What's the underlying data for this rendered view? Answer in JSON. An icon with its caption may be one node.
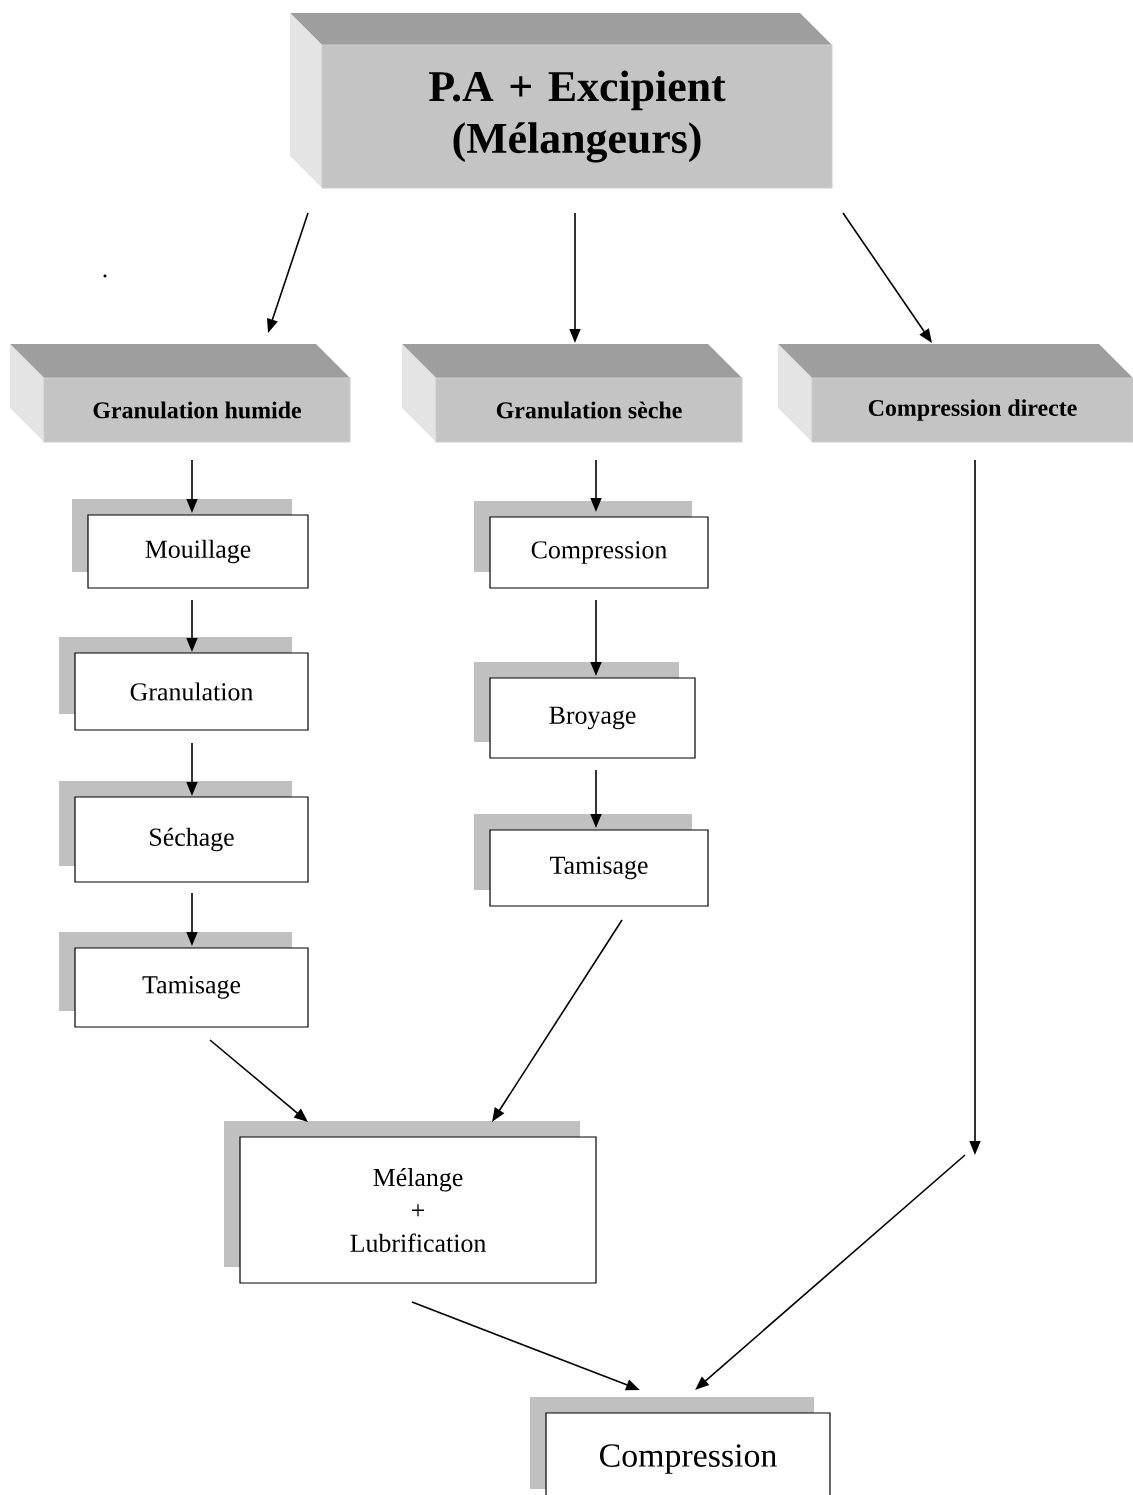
{
  "diagram": {
    "nodes": [
      {
        "text": [
          "P.A + Excipient (Mélangeurs)"
        ]
      },
      {
        "text": [
          "Granulation humide"
        ]
      },
      {
        "text": [
          "Granulation sèche"
        ]
      },
      {
        "text": [
          "Compression directe"
        ]
      },
      {
        "text": [
          "Mouillage"
        ]
      },
      {
        "text": [
          "Granulation"
        ]
      },
      {
        "text": [
          "Séchage"
        ]
      },
      {
        "text": [
          "Tamisage"
        ]
      },
      {
        "text": [
          "Compression"
        ]
      },
      {
        "text": [
          "Broyage"
        ]
      },
      {
        "text": [
          "Tamisage"
        ]
      },
      {
        "text": [
          "Mélange",
          "+",
          "Lubrification"
        ]
      },
      {
        "text": [
          "Compression"
        ]
      }
    ],
    "edges": [
      {
        "from": 0,
        "to": 1,
        "arrow": "to"
      },
      {
        "from": 0,
        "to": 2,
        "arrow": "to"
      },
      {
        "from": 0,
        "to": 3,
        "arrow": "to"
      },
      {
        "from": 1,
        "to": 4,
        "arrow": "to"
      },
      {
        "from": 4,
        "to": 5,
        "arrow": "to"
      },
      {
        "from": 5,
        "to": 6,
        "arrow": "to"
      },
      {
        "from": 6,
        "to": 7,
        "arrow": "to"
      },
      {
        "from": 2,
        "to": 8,
        "arrow": "to"
      },
      {
        "from": 8,
        "to": 9,
        "arrow": "to"
      },
      {
        "from": 9,
        "to": 10,
        "arrow": "to"
      },
      {
        "from": 7,
        "to": 11,
        "arrow": "to"
      },
      {
        "from": 10,
        "to": 11,
        "arrow": "to"
      },
      {
        "from": 3,
        "to": null,
        "arrow": "to"
      },
      {
        "from": null,
        "to": 12,
        "arrow": "to"
      },
      {
        "from": 11,
        "to": 12,
        "arrow": "to"
      }
    ],
    "labels": [
      "."
    ]
  }
}
